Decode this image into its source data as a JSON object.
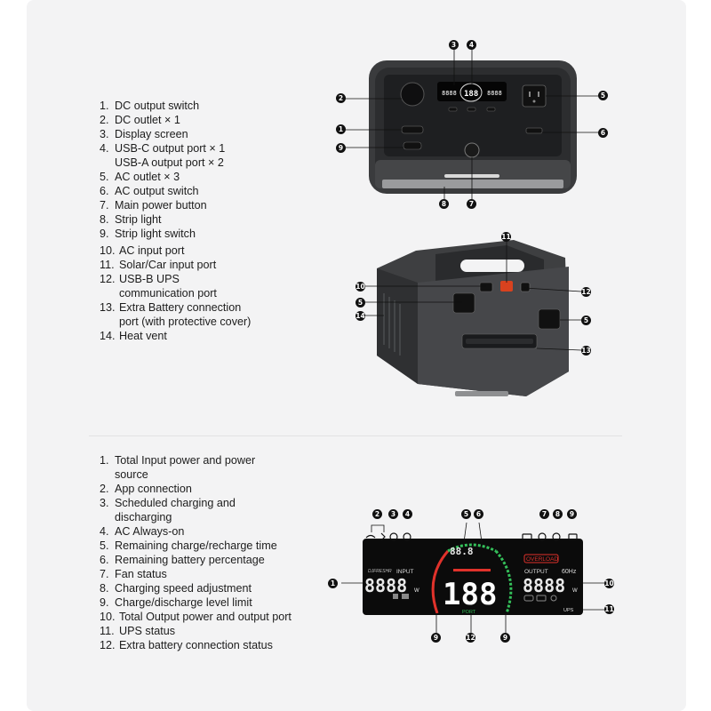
{
  "product_features": {
    "items": [
      {
        "num": "1.",
        "text": "DC output switch"
      },
      {
        "num": "2.",
        "text": "DC outlet × 1"
      },
      {
        "num": "3.",
        "text": "Display screen"
      },
      {
        "num": "4.",
        "text": "USB-C output port × 1",
        "text2": "USB-A output port × 2"
      },
      {
        "num": "5.",
        "text": "AC outlet × 3"
      },
      {
        "num": "6.",
        "text": "AC output switch"
      },
      {
        "num": "7.",
        "text": "Main power button"
      },
      {
        "num": "8.",
        "text": "Strip light"
      },
      {
        "num": "9.",
        "text": "Strip light switch"
      },
      {
        "num": "10.",
        "text": "AC input port"
      },
      {
        "num": "11.",
        "text": "Solar/Car input port"
      },
      {
        "num": "12.",
        "text": "USB-B UPS",
        "text2": "communication port"
      },
      {
        "num": "13.",
        "text": "Extra Battery connection",
        "text2": "port (with protective cover)"
      },
      {
        "num": "14.",
        "text": "Heat vent"
      }
    ]
  },
  "display_features": {
    "items": [
      {
        "num": "1.",
        "text": "Total Input power and power",
        "text2": "source"
      },
      {
        "num": "2.",
        "text": "App connection"
      },
      {
        "num": "3.",
        "text": "Scheduled charging and",
        "text2": "discharging"
      },
      {
        "num": "4.",
        "text": "AC Always-on"
      },
      {
        "num": "5.",
        "text": "Remaining charge/recharge time"
      },
      {
        "num": "6.",
        "text": "Remaining battery percentage"
      },
      {
        "num": "7.",
        "text": "Fan status"
      },
      {
        "num": "8.",
        "text": "Charging speed adjustment"
      },
      {
        "num": "9.",
        "text": "Charge/discharge level limit"
      },
      {
        "num": "10.",
        "text": "Total Output power and output port"
      },
      {
        "num": "11.",
        "text": "UPS status"
      },
      {
        "num": "12.",
        "text": "Extra battery connection status"
      }
    ]
  },
  "front_markers": [
    "3",
    "4",
    "2",
    "5",
    "1",
    "6",
    "9",
    "8",
    "7"
  ],
  "back_markers": [
    "11",
    "10",
    "12",
    "5",
    "14",
    "5",
    "13"
  ],
  "lcd_markers": [
    "2",
    "3",
    "4",
    "5",
    "6",
    "7",
    "8",
    "9",
    "1",
    "10",
    "11",
    "9",
    "12",
    "9"
  ],
  "lcd": {
    "input_label": "INPUT",
    "output_label": "OUTPUT",
    "input_digits": "8888",
    "output_digits": "8888",
    "center_digits": "188",
    "top_digits": "88.8",
    "watt_unit": "W",
    "overload_label": "OVERLOAD",
    "frequency": "60Hz",
    "port_label": "PORT",
    "ups_label": "UPS",
    "brand": "DJFRESHR"
  },
  "colors": {
    "lcd_background": "#0b0b0b",
    "lcd_red": "#e0322b",
    "lcd_green": "#34c05a",
    "marker": "#111111",
    "device_body": "#3a3b3d"
  }
}
